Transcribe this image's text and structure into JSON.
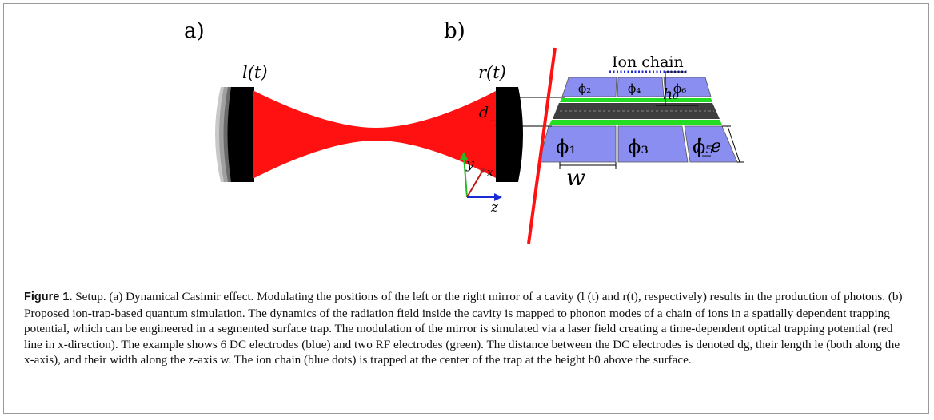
{
  "panels": {
    "a": {
      "label": "a)",
      "left_mirror_label": "l(t)",
      "right_mirror_label": "r(t)"
    },
    "b": {
      "label": "b)",
      "ion_chain_label": "Ion chain",
      "h0_label": "h₀",
      "dg_label": "d_g",
      "le_label": "l_e",
      "w_label": "w",
      "electrodes_top": [
        "ϕ₂",
        "ϕ₄",
        "ϕ₆"
      ],
      "electrodes_bottom": [
        "ϕ₁",
        "ϕ₃",
        "ϕ₅"
      ],
      "axes": {
        "y": "y",
        "x": "x",
        "z": "z"
      }
    }
  },
  "caption": {
    "lead": "Figure 1.",
    "text": "Setup. (a) Dynamical Casimir effect. Modulating the positions of the left or the right mirror of a cavity (l (t) and r(t), respectively) results in the production of photons. (b) Proposed ion-trap-based quantum simulation. The dynamics of the radiation field inside the cavity is mapped to phonon modes of a chain of ions in a spatially dependent trapping potential, which can be engineered in a segmented surface trap. The modulation of the mirror is simulated via a laser field creating a time-dependent optical trapping potential (red line in x-direction). The example shows 6 DC electrodes (blue) and two RF electrodes (green). The distance between the DC electrodes is denoted dg, their length le (both along the x-axis), and their width along the z-axis w. The ion chain (blue dots) is trapped at the center of the trap at the height h0 above the surface."
  },
  "colors": {
    "beam": "#ff1111",
    "electrode_fill": "#8a8ef0",
    "rf_green": "#22dd22",
    "ion_dots": "#1a2bd6",
    "gap": "#3e3e3e"
  }
}
